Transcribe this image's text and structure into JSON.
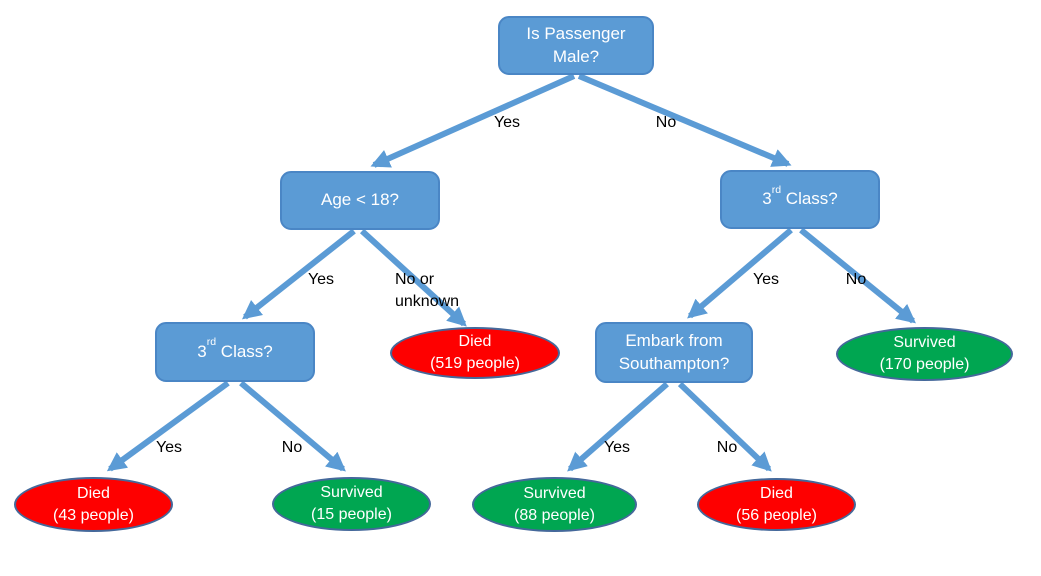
{
  "diagram": {
    "type": "decision-tree",
    "topic": "Titanic passenger survival decision tree",
    "background": "#ffffff"
  },
  "colors": {
    "question_fill": "#5b9bd5",
    "question_border": "#4a86c5",
    "arrow": "#5b9bd5",
    "died_fill": "#fe0000",
    "survived_fill": "#00a651",
    "outcome_border": "#44689a",
    "node_text": "#ffffff",
    "edge_label_text": "#000000"
  },
  "nodes": {
    "root": {
      "label": "Is Passenger\nMale?",
      "kind": "question"
    },
    "age": {
      "label": "Age < 18?",
      "kind": "question"
    },
    "class_left": {
      "label_base": "3",
      "label_sup": "rd",
      "label_rest": " Class?",
      "kind": "question"
    },
    "class_right": {
      "label_base": "3",
      "label_sup": "rd",
      "label_rest": " Class?",
      "kind": "question"
    },
    "embark": {
      "label": "Embark from\nSouthampton?",
      "kind": "question"
    },
    "died519": {
      "label": "Died\n(519 people)",
      "kind": "died",
      "outcome": "Died",
      "count": 519
    },
    "survived170": {
      "label": "Survived\n(170 people)",
      "kind": "survived",
      "outcome": "Survived",
      "count": 170
    },
    "died43": {
      "label": "Died\n(43 people)",
      "kind": "died",
      "outcome": "Died",
      "count": 43
    },
    "survived15": {
      "label": "Survived\n(15 people)",
      "kind": "survived",
      "outcome": "Survived",
      "count": 15
    },
    "survived88": {
      "label": "Survived\n(88 people)",
      "kind": "survived",
      "outcome": "Survived",
      "count": 88
    },
    "died56": {
      "label": "Died\n(56 people)",
      "kind": "died",
      "outcome": "Died",
      "count": 56
    }
  },
  "edges": [
    {
      "from": "root",
      "to": "age",
      "label": "Yes"
    },
    {
      "from": "root",
      "to": "class_right",
      "label": "No"
    },
    {
      "from": "age",
      "to": "class_left",
      "label": "Yes"
    },
    {
      "from": "age",
      "to": "died519",
      "label": "No or\nunknown"
    },
    {
      "from": "class_left",
      "to": "died43",
      "label": "Yes"
    },
    {
      "from": "class_left",
      "to": "survived15",
      "label": "No"
    },
    {
      "from": "class_right",
      "to": "embark",
      "label": "Yes"
    },
    {
      "from": "class_right",
      "to": "survived170",
      "label": "No"
    },
    {
      "from": "embark",
      "to": "survived88",
      "label": "Yes"
    },
    {
      "from": "embark",
      "to": "died56",
      "label": "No"
    }
  ]
}
